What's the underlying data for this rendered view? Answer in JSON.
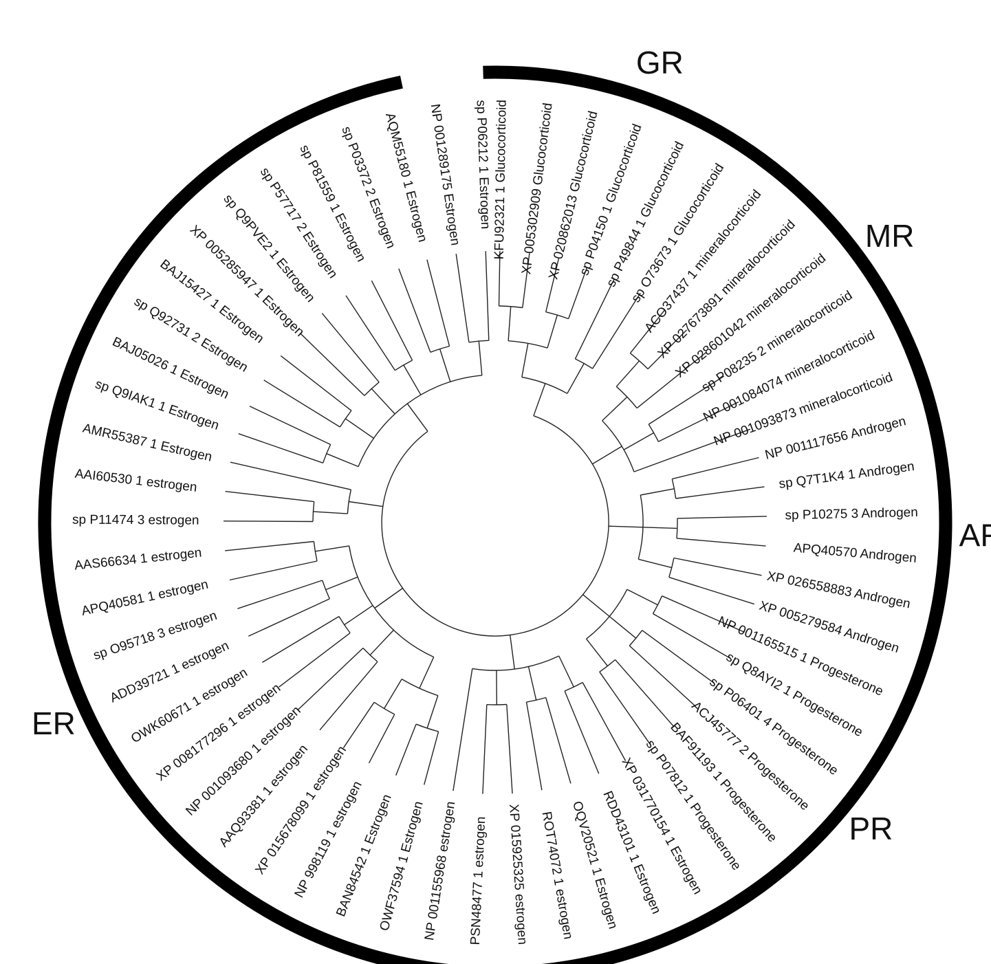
{
  "clades": [
    {
      "label": "GR",
      "start": 0,
      "end": 6
    },
    {
      "label": "MR",
      "start": 6,
      "end": 11
    },
    {
      "label": "AR",
      "start": 11,
      "end": 18
    },
    {
      "label": "PR",
      "start": 18,
      "end": 23
    },
    {
      "label": "ER",
      "start": 23,
      "end": 55
    }
  ],
  "leaves": [
    "KFU92321 1 Glucocorticoid",
    "XP 005302909 Glucocorticoid",
    "XP 020862013 Glucocorticoid",
    "sp P04150 1 Glucocorticoid",
    "sp P49844 1 Glucocorticoid",
    "sp O73673 1 Glucocorticoid",
    "ACO37437 1 mineralocorticoid",
    "XP 027673891 mineralocorticoid",
    "XP 028601042 mineralocorticoid",
    "sp P08235 2 mineralocorticoid",
    "NP 001084074 mineralocorticoid",
    "NP 001093873 mineralocorticoid",
    "NP 001117656 Androgen",
    "sp Q7T1K4 1 Androgen",
    "sp P10275 3 Androgen",
    "APQ40570 Androgen",
    "XP 026558883 Androgen",
    "XP 005279584 Androgen",
    "NP 001165515 1 Progesterone",
    "sp Q8AYI2 1 Progesterone",
    "sp P06401 4 Progesterone",
    "ACJ45777 2 Progesterone",
    "BAF91193 1 Progesterone",
    "sp P07812 1 Progesterone",
    "XP 031770154 1 Estrogen",
    "RDD43101 1 Estrogen",
    "OQV20521 1 Estrogen",
    "ROT74072 1 estrogen",
    "XP 015925325 estrogen",
    "PSN48477 1 estrogen",
    "NP 001155968 estrogen",
    "OWF37594 1 Estrogen",
    "BAN84542 1 Estrogen",
    "NP 998119 1 estrogen",
    "XP 015678099 1 estrogen",
    "AAQ93381 1 estrogen",
    "NP 001093680 1 estrogen",
    "XP 008177296 1 estrogen",
    "OWK60671 1 estrogen",
    "ADD39721 1 estrogen",
    "sp O95718 3 estrogen",
    "APQ40581 1 estrogen",
    "AAS66634 1 estrogen",
    "sp P11474 3 estrogen",
    "AAI60530 1 estrogen",
    "AMR55387 1 Estrogen",
    "sp Q9IAK1 1 Estrogen",
    "BAJ05026 1 Estrogen",
    "sp Q92731 2 Estrogen",
    "BAJ15427 1 Estrogen",
    "XP 005285947 1 Estrogen",
    "sp Q9PVE2 1 Estrogen",
    "sp P57717 2 Estrogen",
    "sp P81559 1 Estrogen",
    "sp P03372 2 Estrogen",
    "AQM55180 1 Estrogen",
    "NP 001289175 Estrogen",
    "sp P06212 1 Estrogen"
  ]
}
